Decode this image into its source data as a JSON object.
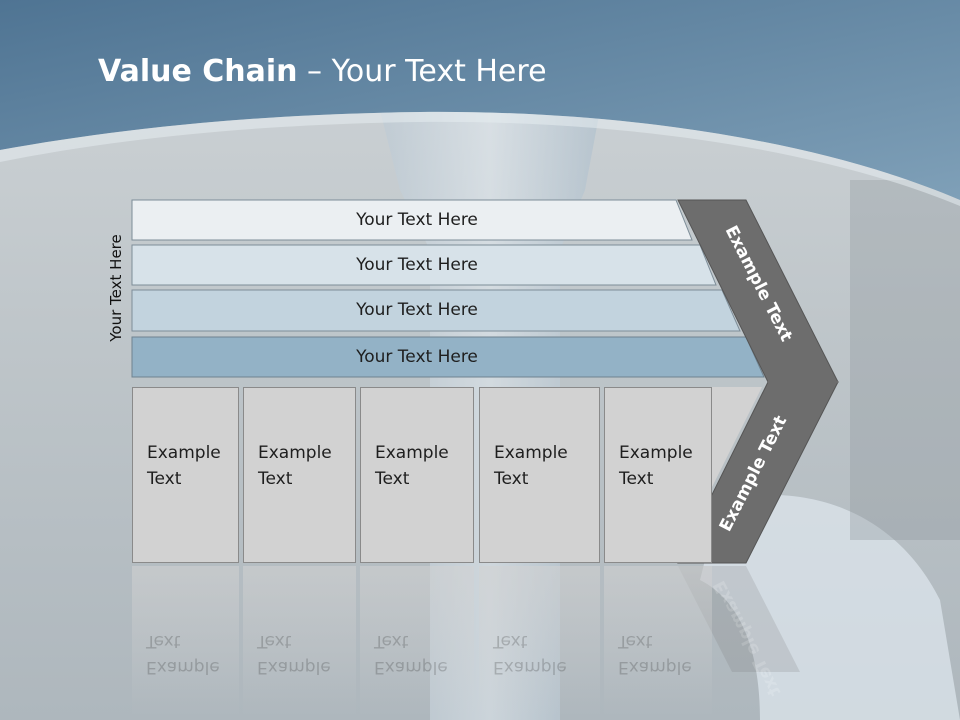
{
  "title": {
    "bold": "Value Chain",
    "rest": " – Your Text Here"
  },
  "side_label": "Your Text Here",
  "support_bars": [
    {
      "label": "Your Text Here"
    },
    {
      "label": "Your Text Here"
    },
    {
      "label": "Your Text Here"
    },
    {
      "label": "Your Text Here"
    }
  ],
  "primary_boxes": [
    {
      "line1": "Example",
      "line2": "Text"
    },
    {
      "line1": "Example",
      "line2": "Text"
    },
    {
      "line1": "Example",
      "line2": "Text"
    },
    {
      "line1": "Example",
      "line2": "Text"
    },
    {
      "line1": "Example",
      "line2": "Text"
    }
  ],
  "chevron": {
    "upper": "Example Text",
    "lower": "Example Text"
  },
  "colors": {
    "header": "#5f84a3",
    "chevron": "#6d6d6d",
    "bar1": "#ebeff2",
    "bar2": "#d7e2e9",
    "bar3": "#c2d3de",
    "bar4": "#93b2c6"
  }
}
